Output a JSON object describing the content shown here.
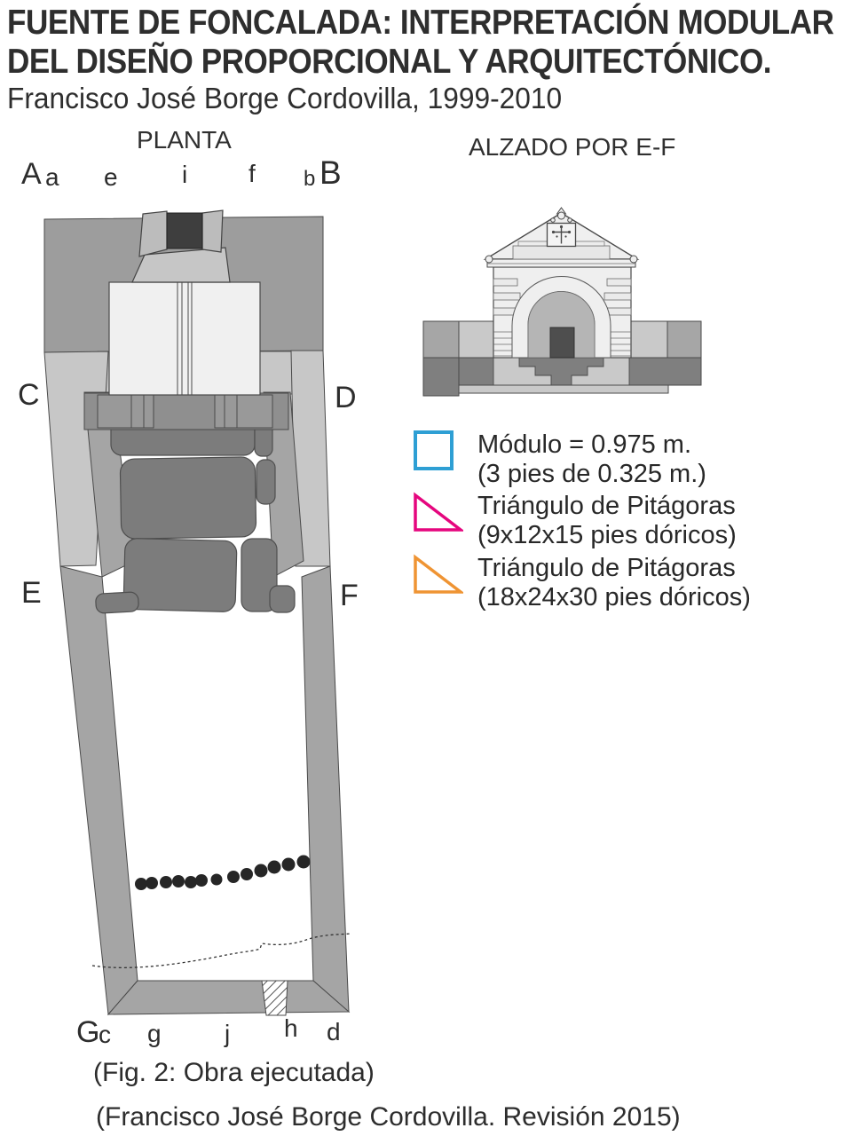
{
  "header": {
    "title_line1": "FUENTE DE FONCALADA: INTERPRETACIÓN MODULAR",
    "title_line2": "DEL DISEÑO PROPORCIONAL Y ARQUITECTÓNICO.",
    "subtitle": "Francisco José Borge Cordovilla, 1999-2010"
  },
  "plan": {
    "title": "PLANTA",
    "top_row": [
      "A",
      "a",
      "e",
      "i",
      "f",
      "b",
      "B"
    ],
    "row_cd": [
      "C",
      "D"
    ],
    "row_ef": [
      "E",
      "F"
    ],
    "bottom_row": [
      "G",
      "c",
      "g",
      "j",
      "h",
      "d"
    ]
  },
  "elevation": {
    "title": "ALZADO POR E-F"
  },
  "legend": {
    "items": [
      {
        "symbol": "module-square",
        "color": "#2E9FD4",
        "line1": "Módulo = 0.975 m.",
        "line2": "(3 pies de 0.325 m.)"
      },
      {
        "symbol": "pythagoras-triangle-small",
        "color": "#E5067E",
        "line1": "Triángulo de Pitágoras",
        "line2": "(9x12x15 pies dóricos)"
      },
      {
        "symbol": "pythagoras-triangle-large",
        "color": "#EF9433",
        "line1": "Triángulo de Pitágoras",
        "line2": "(18x24x30 pies dóricos)"
      }
    ]
  },
  "captions": {
    "figure": "(Fig. 2: Obra ejecutada)",
    "credit": "(Francisco José Borge Cordovilla. Revisión 2015)"
  }
}
